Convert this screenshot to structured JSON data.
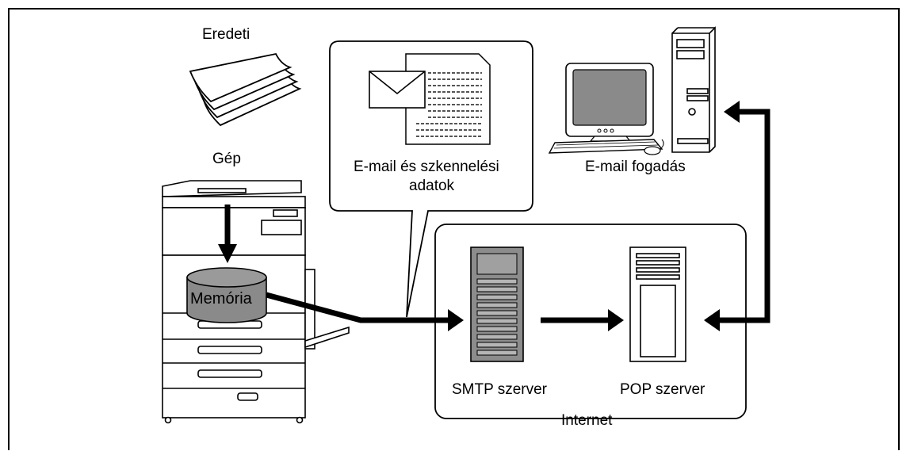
{
  "labels": {
    "original": "Eredeti",
    "machine": "Gép",
    "memory": "Memória",
    "email_data_line1": "E-mail és szkennelési",
    "email_data_line2": "adatok",
    "email_receive": "E-mail fogadás",
    "smtp": "SMTP szerver",
    "pop": "POP szerver",
    "internet": "Internet"
  },
  "colors": {
    "line": "#000000",
    "memory_fill": "#8a8a8a",
    "server_fill": "#8c8c8c",
    "monitor_screen": "#8a8a8a"
  }
}
